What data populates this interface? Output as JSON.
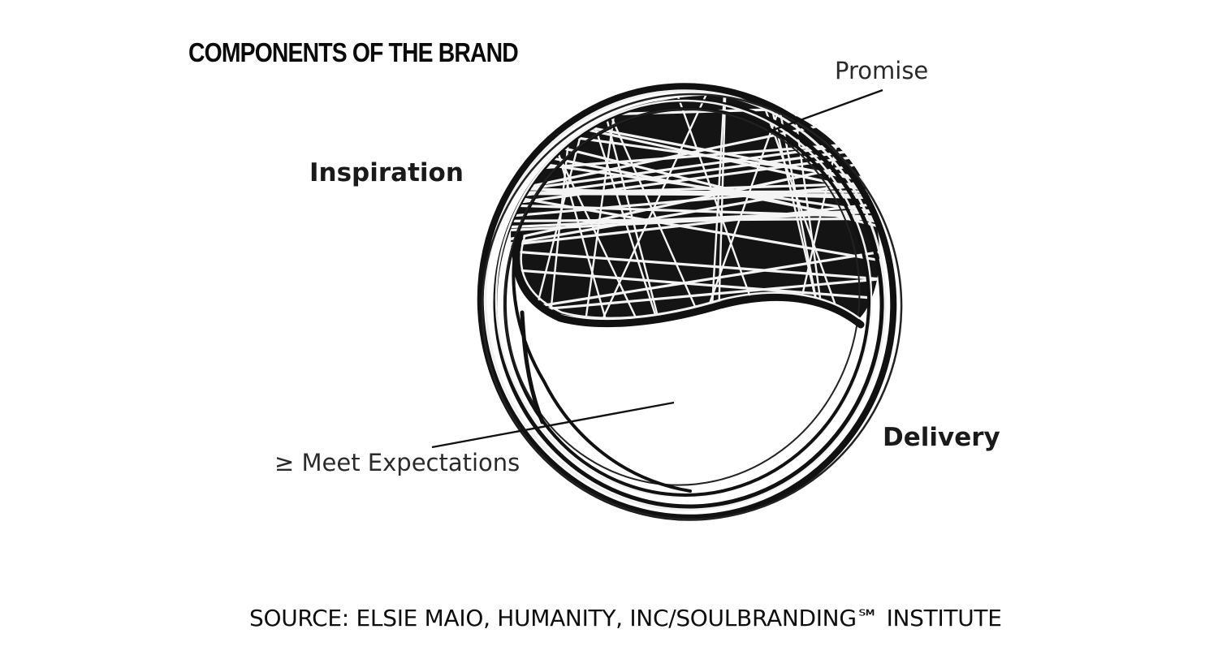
{
  "title": "COMPONENTS OF THE BRAND",
  "labels": {
    "inspiration": "Inspiration",
    "promise": "Promise",
    "delivery": "Delivery",
    "meet_expectations": "≥ Meet Expectations"
  },
  "source": "SOURCE: ELSIE MAIO, HUMANITY, INC/SOULBRANDING℠ INSTITUTE",
  "colors": {
    "ink": "#111111",
    "background": "#ffffff"
  }
}
